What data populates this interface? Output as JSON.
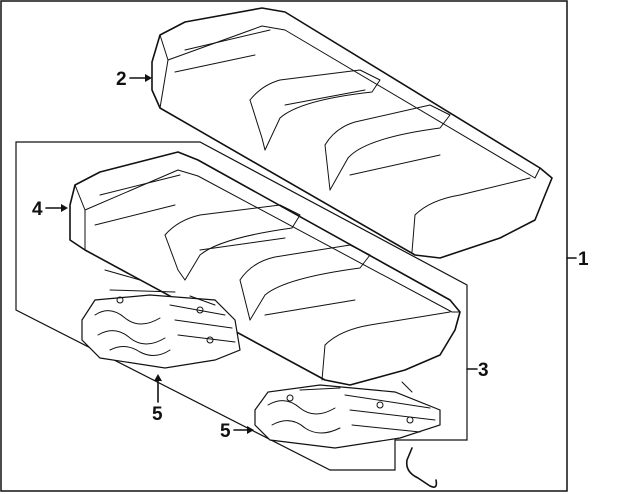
{
  "callouts": {
    "assembly": "1",
    "upper_cushion": "2",
    "subassembly": "3",
    "lower_cushion": "4",
    "left_frame": "5",
    "right_frame": "5"
  }
}
